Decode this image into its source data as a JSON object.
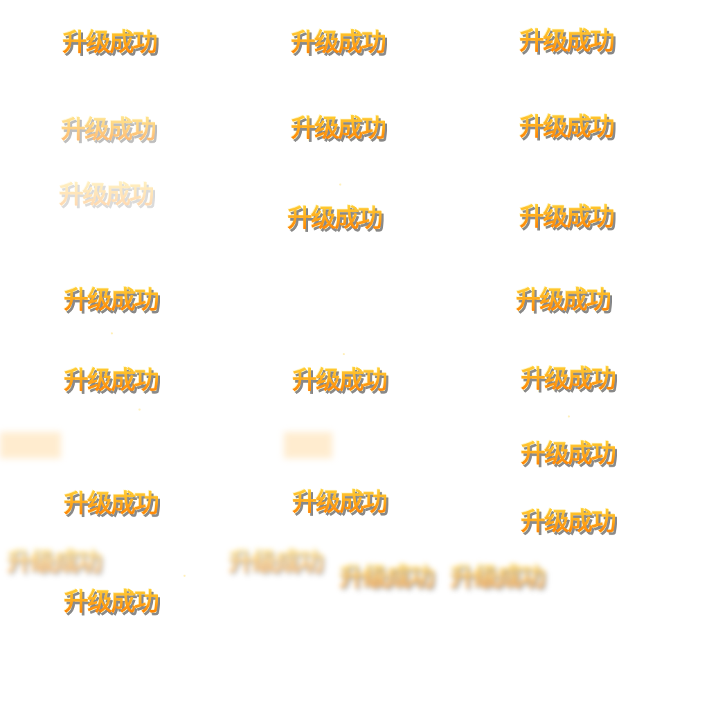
{
  "sprite_label": "升级成功",
  "accent_colors": {
    "top": "#ffd23a",
    "bottom": "#ff7a00",
    "shadow": "#8a8a8a"
  },
  "frames": [
    {
      "label": "升级成功"
    },
    {
      "label": "升级成功"
    },
    {
      "label": "升级成功"
    },
    {
      "label": "升级成功"
    },
    {
      "label": "升级成功"
    },
    {
      "label": "升级成功"
    },
    {
      "label": "升级成功"
    },
    {
      "label": "升级成功"
    },
    {
      "label": "升级成功"
    },
    {
      "label": "升级成功"
    },
    {
      "label": "升级成功"
    },
    {
      "label": "升级成功"
    },
    {
      "label": "升级成功"
    },
    {
      "label": "升级成功"
    },
    {
      "label": "升级成功"
    },
    {
      "label": "升级成功"
    },
    {
      "label": "升级成功"
    },
    {
      "label": "升级成功"
    },
    {
      "label": "升级成功"
    },
    {
      "label": "升级成功"
    },
    {
      "label": "升级成功"
    },
    {
      "label": "升级成功"
    },
    {
      "label": "升级成功"
    }
  ]
}
